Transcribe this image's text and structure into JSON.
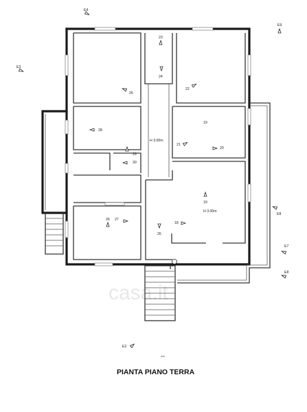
{
  "title": "PIANTA PIANO TERRA",
  "watermark": "casa.it",
  "room_labels": {
    "corridor_height": "H 3.00m",
    "room_height": "H 3.00m"
  },
  "markers": {
    "e4": "E4",
    "e9": "E9",
    "e3": "E3",
    "e8": "E8",
    "e7": "E7",
    "e8b": "E8",
    "e2": "E2",
    "v23": "23",
    "v24": "24",
    "v25": "25",
    "v22": "22",
    "v28": "28",
    "v29": "29",
    "v30": "30",
    "v19a": "19",
    "v21": "21",
    "v20": "20",
    "v19b": "19",
    "v26": "26",
    "v27": "27",
    "v18": "18",
    "v26b": "26"
  }
}
